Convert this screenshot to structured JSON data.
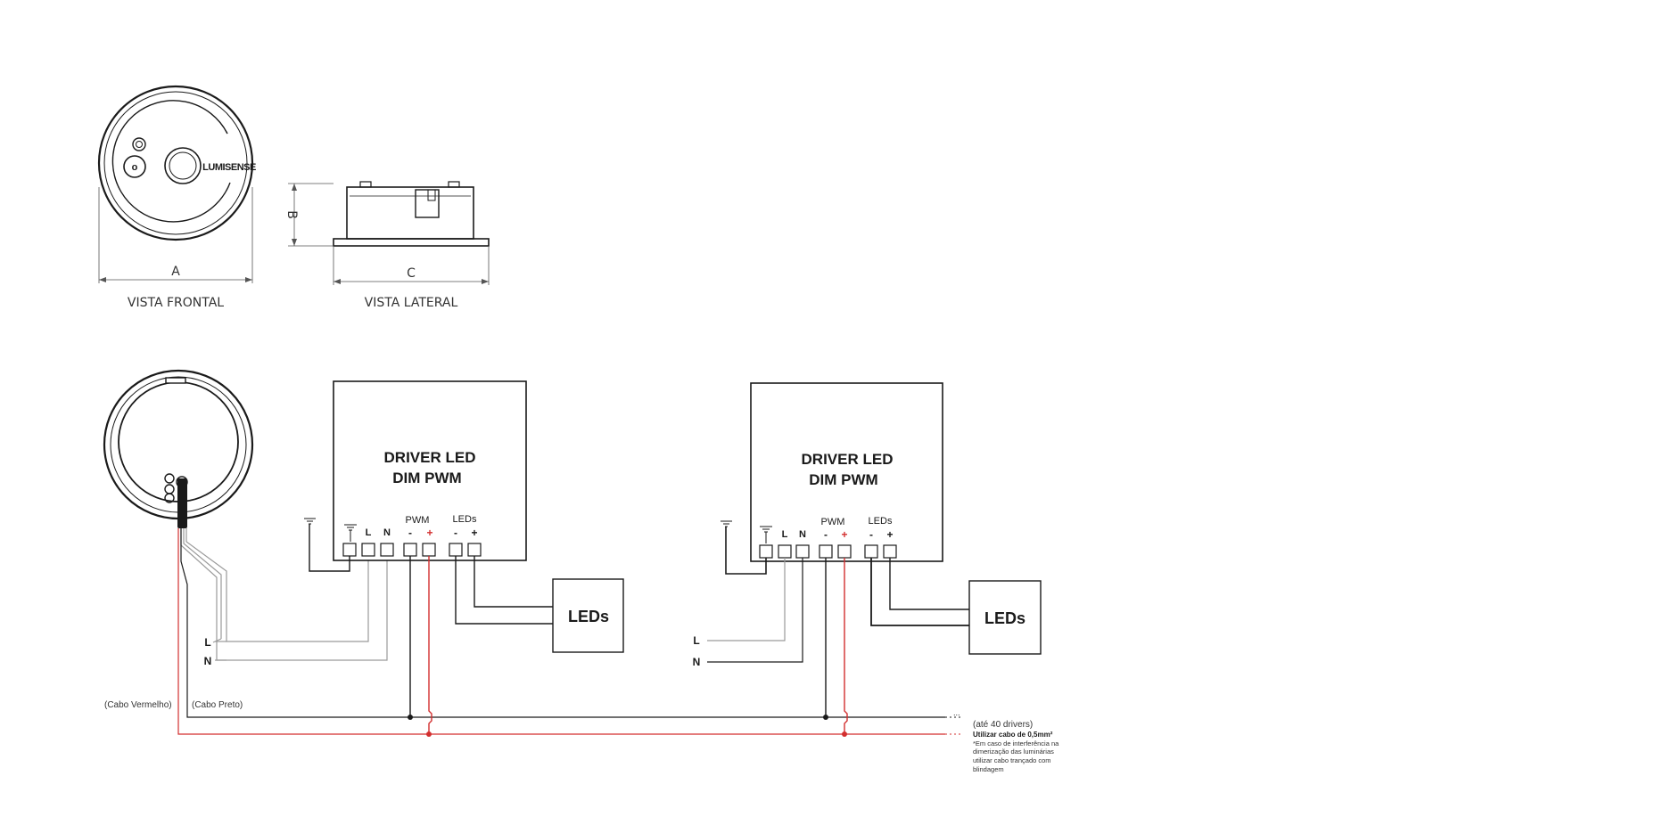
{
  "views": {
    "front_label": "VISTA FRONTAL",
    "side_label": "VISTA LATERAL",
    "dim_a": "A",
    "dim_b": "B",
    "dim_c": "C",
    "brand": "LUMISENSE"
  },
  "driver1": {
    "title_line1": "DRIVER LED",
    "title_line2": "DIM PWM",
    "pwm_label": "PWM",
    "leds_label": "LEDs",
    "term_l": "L",
    "term_n": "N",
    "minus": "-",
    "plus": "+"
  },
  "driver2": {
    "title_line1": "DRIVER LED",
    "title_line2": "DIM PWM",
    "pwm_label": "PWM",
    "leds_label": "LEDs",
    "term_l": "L",
    "term_n": "N",
    "minus": "-",
    "plus": "+"
  },
  "leds_box1": "LEDs",
  "leds_box2": "LEDs",
  "mains1": {
    "l": "L",
    "n": "N"
  },
  "mains2": {
    "l": "L",
    "n": "N"
  },
  "cables": {
    "red": "(Cabo Vermelho)",
    "black": "(Cabo Preto)"
  },
  "bus_ellipsis": "...",
  "notes": {
    "line1": "(até 40 drivers)",
    "line2": "Utilizar cabo de 0,5mm²",
    "line3": "*Em caso de interferência na",
    "line4": "dimerização das luminárias",
    "line5": "utilizar cabo trançado com",
    "line6": "blindagem"
  },
  "colors": {
    "line": "#1a1a1a",
    "red": "#d32f2f",
    "grey": "#8a8a8a"
  }
}
